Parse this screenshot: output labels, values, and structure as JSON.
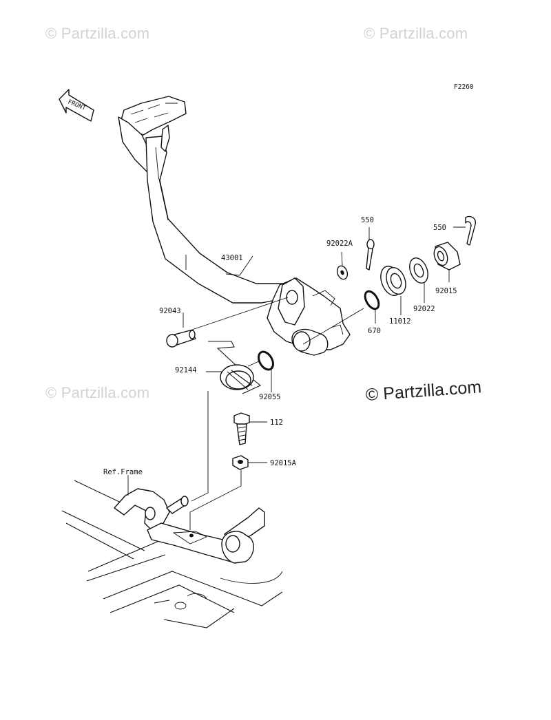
{
  "watermarks": {
    "top_left": "© Partzilla.com",
    "top_right": "© Partzilla.com",
    "mid_left": "© Partzilla.com",
    "mid_right": "© Partzilla.com"
  },
  "figure_code": "F2260",
  "front_arrow_text": "FRONT",
  "labels": {
    "p43001": "43001",
    "p92043": "92043",
    "p92144": "92144",
    "p92055": "92055",
    "p92022A": "92022A",
    "p550a": "550",
    "p550b": "550",
    "p670": "670",
    "p11012": "11012",
    "p92022": "92022",
    "p92015": "92015",
    "p112": "112",
    "p92015A": "92015A",
    "ref_frame": "Ref.Frame"
  }
}
